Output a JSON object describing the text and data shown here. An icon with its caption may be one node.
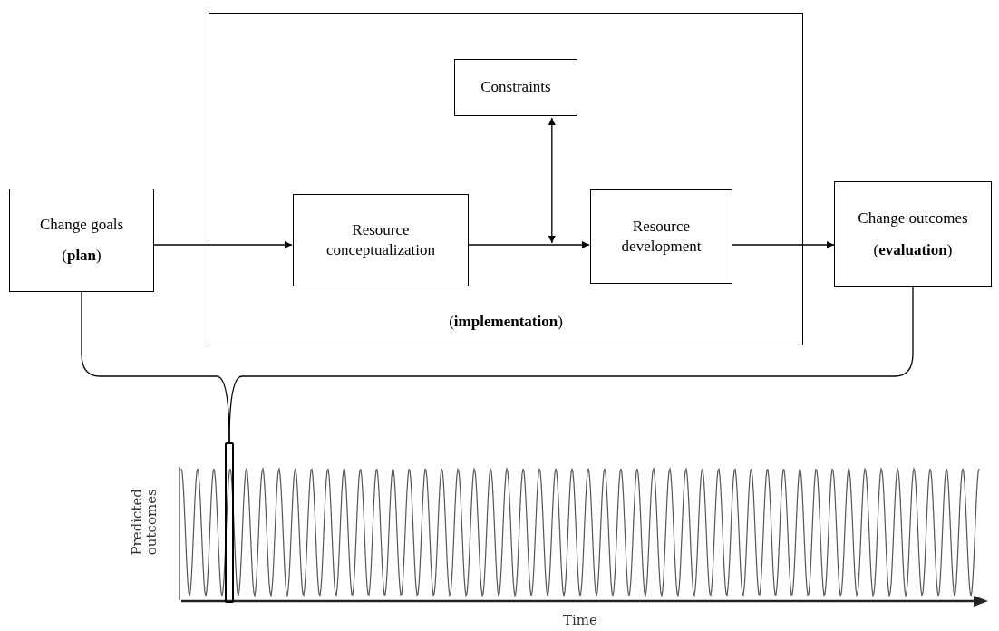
{
  "diagram": {
    "nodes": [
      {
        "text": [
          "Change goals",
          "(**plan**)"
        ]
      },
      {
        "text": [
          "(**implementation**)"
        ]
      },
      {
        "text": [
          "Constraints"
        ],
        "in": 1
      },
      {
        "text": [
          "Resource conceptualization"
        ],
        "in": 1
      },
      {
        "text": [
          "Resource development"
        ],
        "in": 1
      },
      {
        "text": [
          "Change outcomes",
          "(**evaluation**)"
        ]
      },
      {
        "text": [],
        "shape": "box"
      }
    ],
    "edges": [
      {
        "from": 0,
        "to": 3,
        "arrow": "to"
      },
      {
        "from": 3,
        "to": 4,
        "arrow": "to"
      },
      {
        "from": 2,
        "to": null,
        "arrow": "both"
      },
      {
        "from": 4,
        "to": 5,
        "arrow": "to"
      },
      {
        "from": 0,
        "to": 6,
        "arrow": "none"
      },
      {
        "from": 5,
        "to": 6,
        "arrow": "none"
      }
    ],
    "labels": [
      "Predicted outcomes",
      "Time"
    ]
  }
}
